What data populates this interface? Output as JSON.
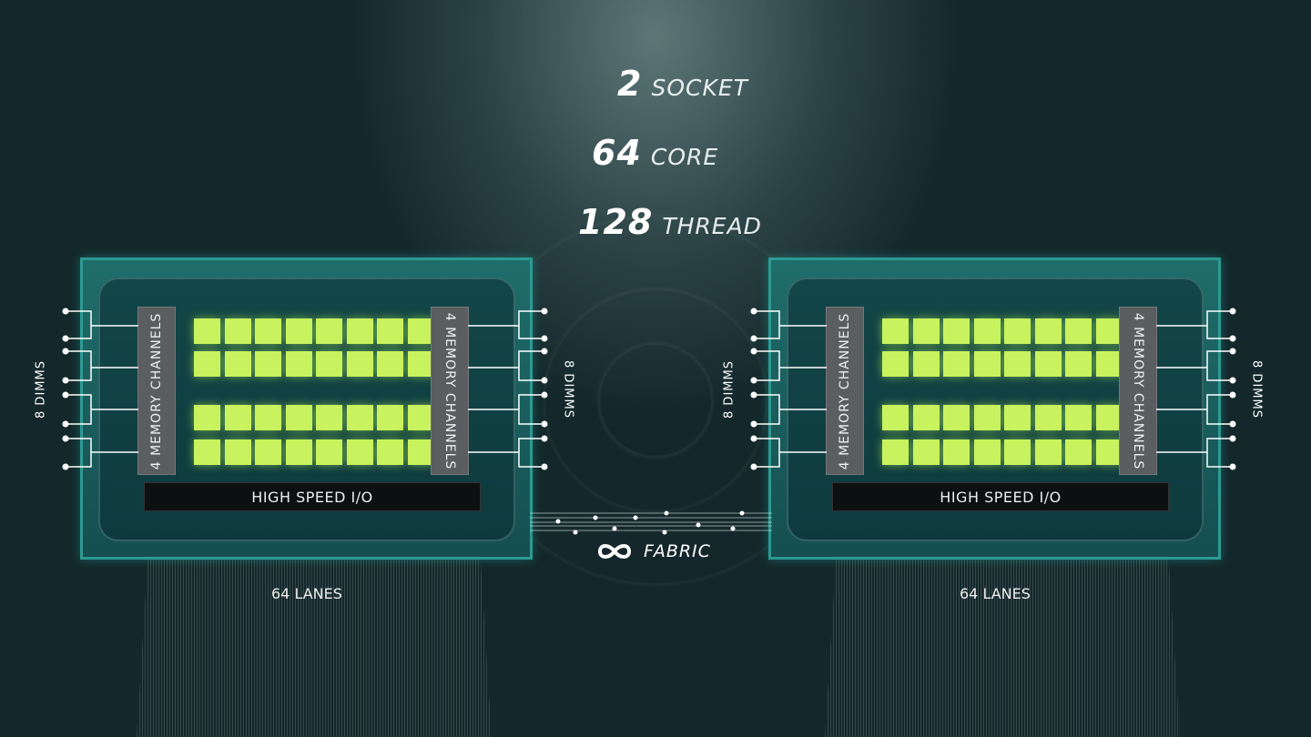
{
  "stats": [
    {
      "num": "2",
      "label": "SOCKET"
    },
    {
      "num": "64",
      "label": "CORE"
    },
    {
      "num": "128",
      "label": "THREAD"
    }
  ],
  "chips": [
    {
      "mem_left": "4 MEMORY CHANNELS",
      "mem_right": "4 MEMORY CHANNELS",
      "dimms_left": "8 DIMMS",
      "dimms_right": "8 DIMMS",
      "io": "HIGH SPEED I/O",
      "lanes": "64 LANES"
    },
    {
      "mem_left": "4 MEMORY CHANNELS",
      "mem_right": "4 MEMORY CHANNELS",
      "dimms_left": "8 DIMMS",
      "dimms_right": "8 DIMMS",
      "io": "HIGH SPEED I/O",
      "lanes": "64 LANES"
    }
  ],
  "fabric": {
    "label": "FABRIC",
    "icon": "infinity-fabric-icon"
  },
  "colors": {
    "core": "#c9f25f",
    "package": "#1f6d6a",
    "io": "#0e0f10"
  }
}
